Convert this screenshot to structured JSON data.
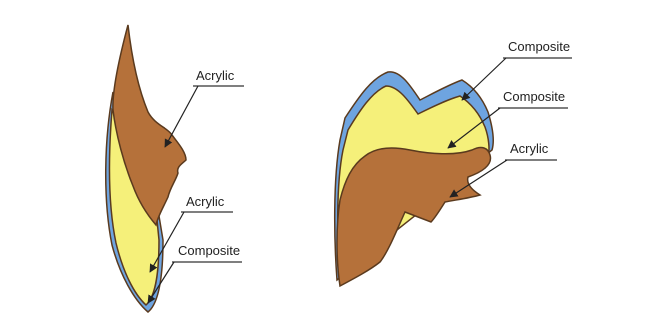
{
  "colors": {
    "acrylic": "#b5713a",
    "composite_yellow": "#f5f07a",
    "composite_blue": "#6ea4e0",
    "outline": "#5a3a1e",
    "text": "#222222"
  },
  "left_figure": {
    "labels": {
      "acrylic_top": "Acrylic",
      "acrylic_mid": "Acrylic",
      "composite": "Composite"
    }
  },
  "right_figure": {
    "labels": {
      "composite_top": "Composite",
      "composite_mid": "Composite",
      "acrylic": "Acrylic"
    }
  }
}
